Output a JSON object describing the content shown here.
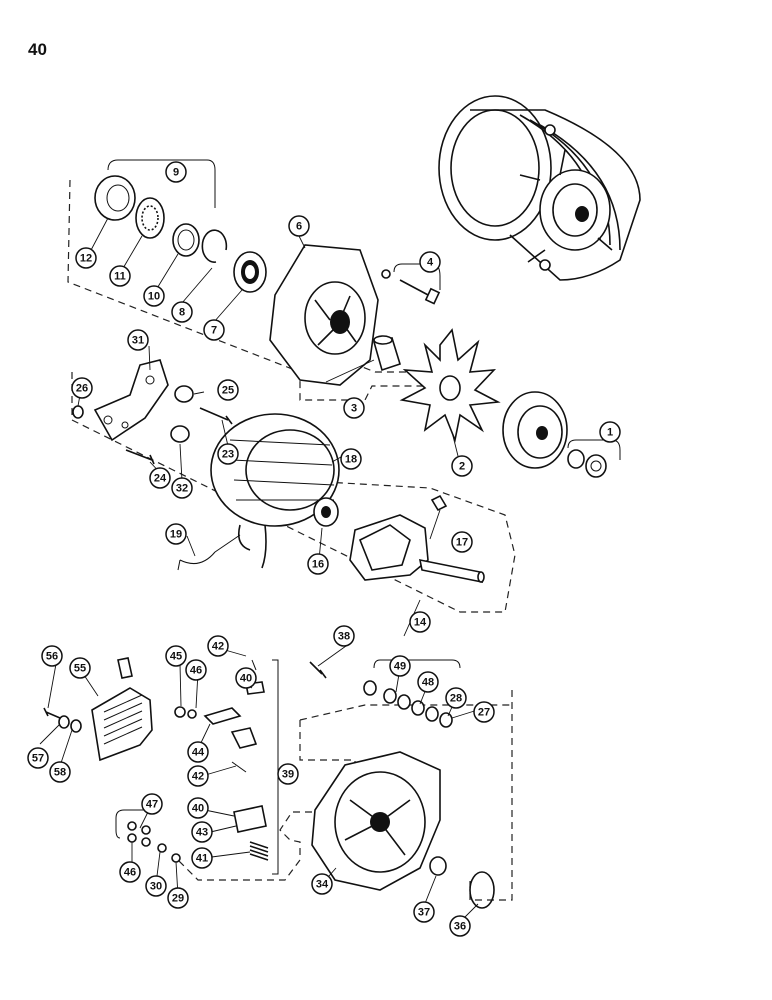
{
  "page": {
    "number": "40"
  },
  "callouts": [
    {
      "id": "c1",
      "label": "1"
    },
    {
      "id": "c2",
      "label": "2"
    },
    {
      "id": "c3",
      "label": "3"
    },
    {
      "id": "c4",
      "label": "4"
    },
    {
      "id": "c6",
      "label": "6"
    },
    {
      "id": "c7",
      "label": "7"
    },
    {
      "id": "c8",
      "label": "8"
    },
    {
      "id": "c9",
      "label": "9"
    },
    {
      "id": "c10",
      "label": "10"
    },
    {
      "id": "c11",
      "label": "11"
    },
    {
      "id": "c12",
      "label": "12"
    },
    {
      "id": "c14",
      "label": "14"
    },
    {
      "id": "c16",
      "label": "16"
    },
    {
      "id": "c17",
      "label": "17"
    },
    {
      "id": "c18",
      "label": "18"
    },
    {
      "id": "c19",
      "label": "19"
    },
    {
      "id": "c23",
      "label": "23"
    },
    {
      "id": "c24",
      "label": "24"
    },
    {
      "id": "c25",
      "label": "25"
    },
    {
      "id": "c26",
      "label": "26"
    },
    {
      "id": "c27",
      "label": "27"
    },
    {
      "id": "c28",
      "label": "28"
    },
    {
      "id": "c29",
      "label": "29"
    },
    {
      "id": "c30",
      "label": "30"
    },
    {
      "id": "c31",
      "label": "31"
    },
    {
      "id": "c32",
      "label": "32"
    },
    {
      "id": "c34",
      "label": "34"
    },
    {
      "id": "c36",
      "label": "36"
    },
    {
      "id": "c37",
      "label": "37"
    },
    {
      "id": "c38",
      "label": "38"
    },
    {
      "id": "c39",
      "label": "39"
    },
    {
      "id": "c40a",
      "label": "40"
    },
    {
      "id": "c40b",
      "label": "40"
    },
    {
      "id": "c41",
      "label": "41"
    },
    {
      "id": "c42a",
      "label": "42"
    },
    {
      "id": "c42b",
      "label": "42"
    },
    {
      "id": "c43",
      "label": "43"
    },
    {
      "id": "c44",
      "label": "44"
    },
    {
      "id": "c45",
      "label": "45"
    },
    {
      "id": "c46a",
      "label": "46"
    },
    {
      "id": "c46b",
      "label": "46"
    },
    {
      "id": "c47",
      "label": "47"
    },
    {
      "id": "c48",
      "label": "48"
    },
    {
      "id": "c49",
      "label": "49"
    },
    {
      "id": "c55",
      "label": "55"
    },
    {
      "id": "c56",
      "label": "56"
    },
    {
      "id": "c57",
      "label": "57"
    },
    {
      "id": "c58",
      "label": "58"
    }
  ]
}
